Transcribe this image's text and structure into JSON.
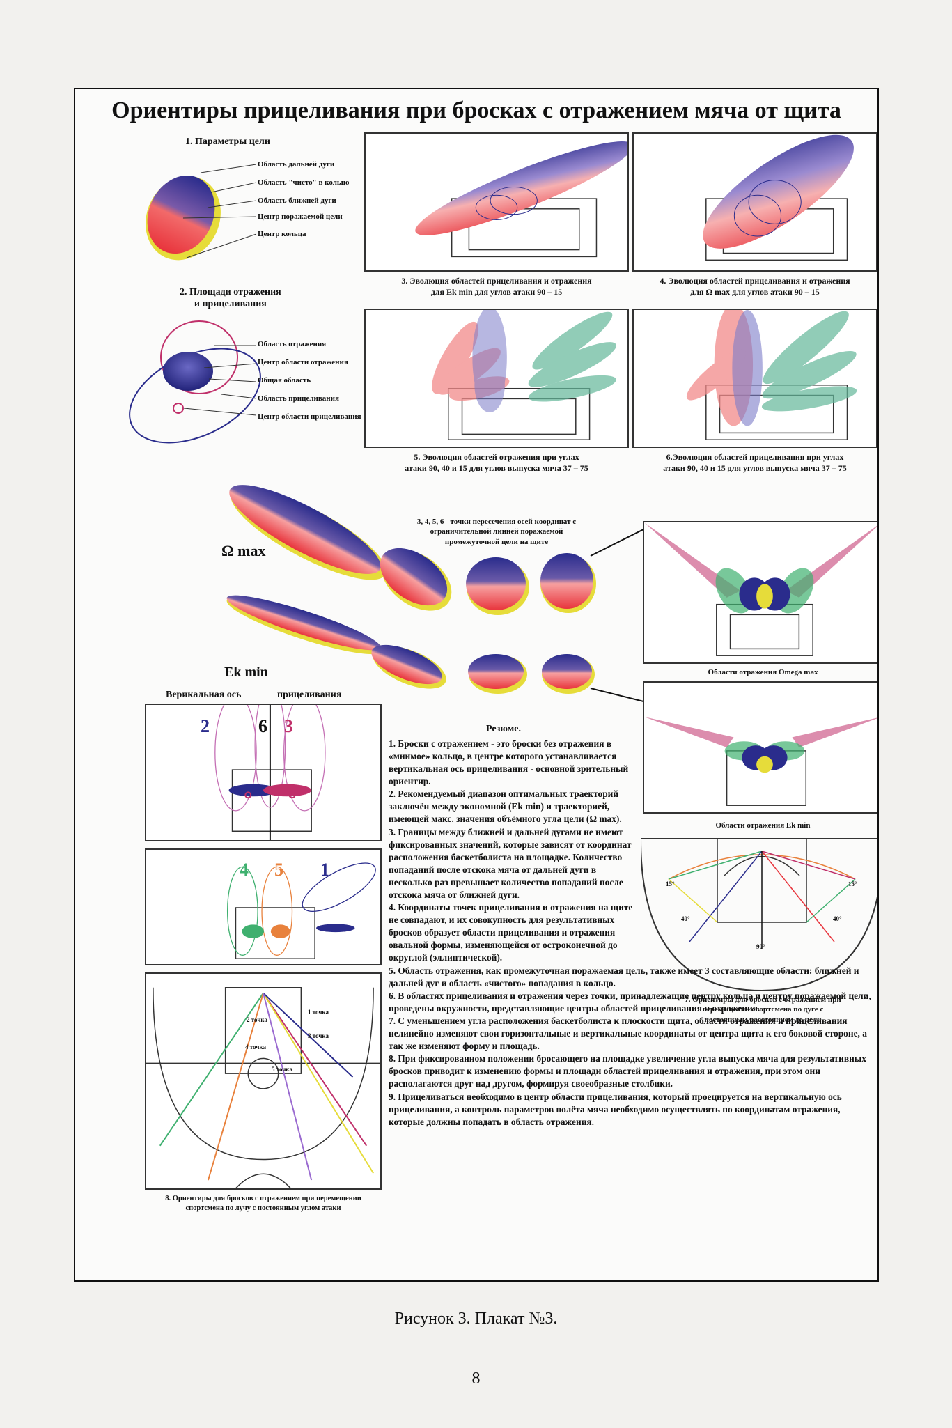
{
  "poster": {
    "title": "Ориентиры прицеливания при бросках с отражением мяча от щита",
    "section1": {
      "heading": "1. Параметры цели",
      "labels": [
        "Область дальней дуги",
        "Область \"чисто\" в кольцо",
        "Область ближней дуги",
        "Центр поражаемой цели",
        "Центр кольца"
      ]
    },
    "section2": {
      "heading_line1": "2. Площади отражения",
      "heading_line2": "и прицеливания",
      "labels": [
        "Область отражения",
        "Центр области отражения",
        "Общая область",
        "Область прицеливания",
        "Центр области прицеливания"
      ]
    },
    "panel3_caption_line1": "3. Эволюция областей прицеливания и отражения",
    "panel3_caption_line2": "для Ek min для углов атаки 90 – 15",
    "panel4_caption_line1": "4. Эволюция областей прицеливания и отражения",
    "panel4_caption_line2": "для Ω max для углов атаки 90 – 15",
    "panel5_caption_line1": "5. Эволюция областей отражения при углах",
    "panel5_caption_line2": "атаки 90, 40 и 15 для углов выпуска мяча 37 – 75",
    "panel6_caption_line1": "6.Эволюция областей прицеливания при углах",
    "panel6_caption_line2": "атаки 90, 40 и 15 для углов выпуска мяча 37 – 75",
    "omega_max_label": "Ω max",
    "ek_min_label": "Ek min",
    "points_note_line1": "3, 4, 5, 6 - точки пересечения осей координат с",
    "points_note_line2": "ограничительной линией поражаемой",
    "points_note_line3": "промежуточной цели на щите",
    "vertical_axis_label": "Верикальная ось",
    "aiming_label": "прицеливания",
    "zone_numbers_top": [
      "2",
      "6",
      "3"
    ],
    "zone_numbers_mid": [
      "4",
      "5",
      "1"
    ],
    "omega_regions_caption": "Области отражения Omega max",
    "ek_regions_caption": "Области отражения Ek min",
    "panel7_caption_line1": "7. Ориентиры для бросков с отражением при",
    "panel7_caption_line2": "перемещении спортсмена по дуге с",
    "panel7_caption_line3": "постоянным расстоянием до цели",
    "panel8_caption_line1": "8. Ориентиры для бросков с отражением при перемещении",
    "panel8_caption_line2": "спортсмена по лучу с постоянным углом атаки",
    "court_points": [
      "1 точка",
      "2 точка",
      "3 точка",
      "4 точка",
      "5 точка"
    ],
    "angle_labels": [
      "15°",
      "15°",
      "40°",
      "40°",
      "90°"
    ],
    "resume_title": "Резюме.",
    "resume_items": [
      "1. Броски с отражением - это броски без отражения в «мнимое» кольцо, в центре которого устанавливается вертикальная ось прицеливания - основной зрительный ориентир.",
      "2. Рекомендуемый диапазон оптимальных траекторий заключён между экономной (Ek min) и траекторией, имеющей макс. значения объёмного угла цели (Ω max).",
      "3. Границы между ближней и дальней дугами не имеют фиксированных значений, которые зависят от координат расположения баскетболиста на площадке. Количество попаданий после отскока мяча от дальней дуги в несколько раз превышает количество попаданий после отскока мяча от ближней дуги.",
      "4. Координаты точек прицеливания и отражения на щите не совпадают, и их совокупность для результативных бросков образует области прицеливания и отражения овальной формы, изменяющейся от остроконечной до округлой (эллиптической).",
      "5. Область отражения, как промежуточная поражаемая цель, также имеет 3 составляющие области: ближней и дальней дуг и область «чистого» попадания в кольцо.",
      "6. В областях прицеливания и отражения через точки, принадлежащие центру кольца и центру поражаемой цели, проведены окружности, представляющие центры областей прицеливания и отражения.",
      "7. С уменьшением угла расположения баскетболиста к плоскости щита, области отражения и прицеливания нелинейно изменяют свои горизонтальные и вертикальные координаты от центра щита к его боковой стороне, а так же изменяют форму и площадь.",
      "8. При фиксированном положении бросающего на площадке увеличение угла выпуска мяча для результативных бросков приводит к изменению формы и площади областей прицеливания и отражения, при этом они располагаются друг над другом, формируя своеобразные столбики.",
      "9. Прицеливаться необходимо в центр области прицеливания, который проецируется на вертикальную ось прицеливания, а контроль параметров полёта мяча необходимо осуществлять по координатам отражения, которые должны попадать в область отражения."
    ]
  },
  "figure_caption": "Рисунок 3. Плакат №3.",
  "page_number": "8",
  "colors": {
    "red": "#e8343c",
    "blue": "#2a2c8c",
    "yellow": "#e6dc3a",
    "green": "#3fb06f",
    "magenta": "#c0306a"
  }
}
